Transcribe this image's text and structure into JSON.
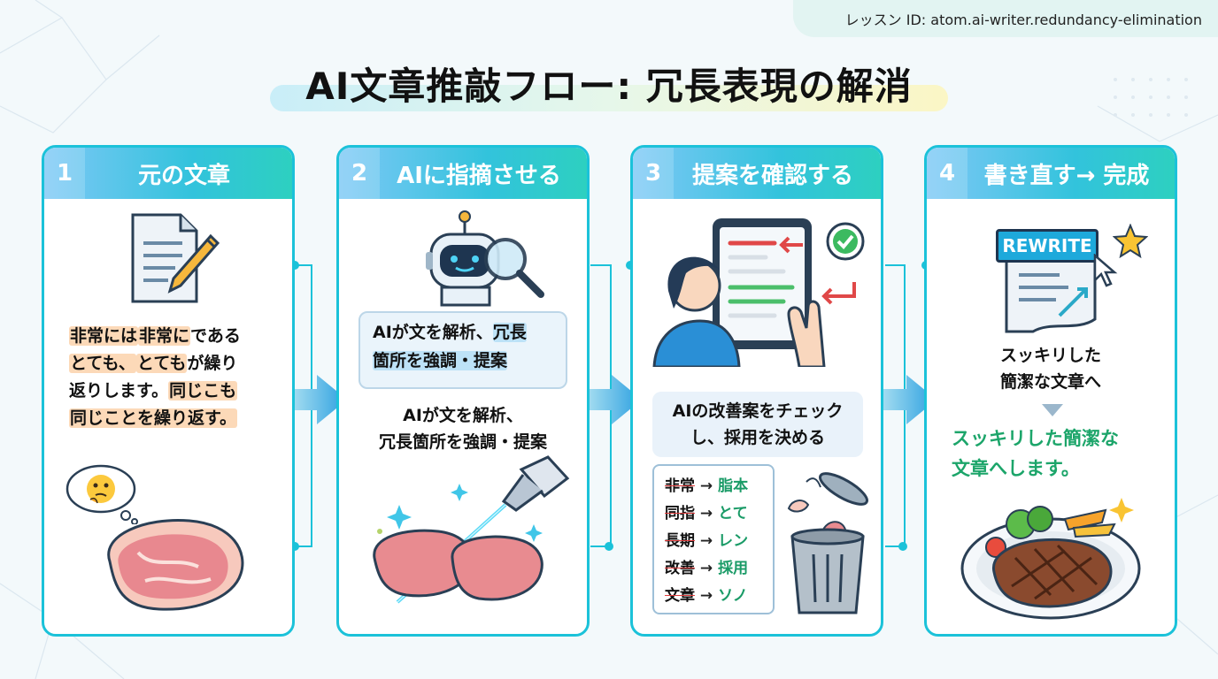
{
  "lesson_badge": "レッスン ID: atom.ai-writer.redundancy-elimination",
  "title": "AI文章推敲フロー: 冗長表現の解消",
  "steps": [
    {
      "number": "1",
      "title": "元の文章",
      "original_text": [
        "非常には",
        "非常に",
        "である",
        "とても、",
        "とても",
        "が繰り",
        "返りします。",
        "同じこも",
        "同じことを繰り返す。"
      ]
    },
    {
      "number": "2",
      "title": "AIに指摘させる",
      "bubble_plain": "AIが文を解析、",
      "bubble_hl1": "冗長",
      "bubble_hl2": "箇所を強調・提案",
      "caption_line1": "AIが文を解析、",
      "caption_line2": "冗長箇所を強調・提案"
    },
    {
      "number": "3",
      "title": "提案を確認する",
      "callout_line1": "AIの改善案をチェック",
      "callout_line2": "し、採用を決める",
      "swaps": [
        {
          "old": "非常",
          "arrow": "→",
          "new": "脂本"
        },
        {
          "old": "同指",
          "arrow": "→",
          "new": "とて"
        },
        {
          "old": "長期",
          "arrow": "→",
          "new": "レン"
        },
        {
          "old": "改善",
          "arrow": "→",
          "new": "採用"
        },
        {
          "old": "文章",
          "arrow": "→",
          "new": "ソノ"
        }
      ]
    },
    {
      "number": "4",
      "title": "書き直す→ 完成",
      "rewrite_label": "REWRITE",
      "caption_line1": "スッキリした",
      "caption_line2": "簡潔な文章へ",
      "result_line1": "スッキリした簡潔な",
      "result_line2": "文章へします。"
    }
  ],
  "colors": {
    "accent": "#1bc2d9",
    "highlight": "#fcd9b8",
    "green": "#1ca56a",
    "red": "#e03c3c"
  },
  "icons": [
    "document-pencil-icon",
    "thinking-face-icon",
    "raw-steak-icon",
    "robot-magnifier-icon",
    "laser-cutter-icon",
    "person-tablet-icon",
    "check-icon",
    "trash-can-icon",
    "rewrite-doc-icon",
    "star-icon",
    "cursor-icon",
    "cooked-steak-icon",
    "flow-arrow-icon"
  ]
}
